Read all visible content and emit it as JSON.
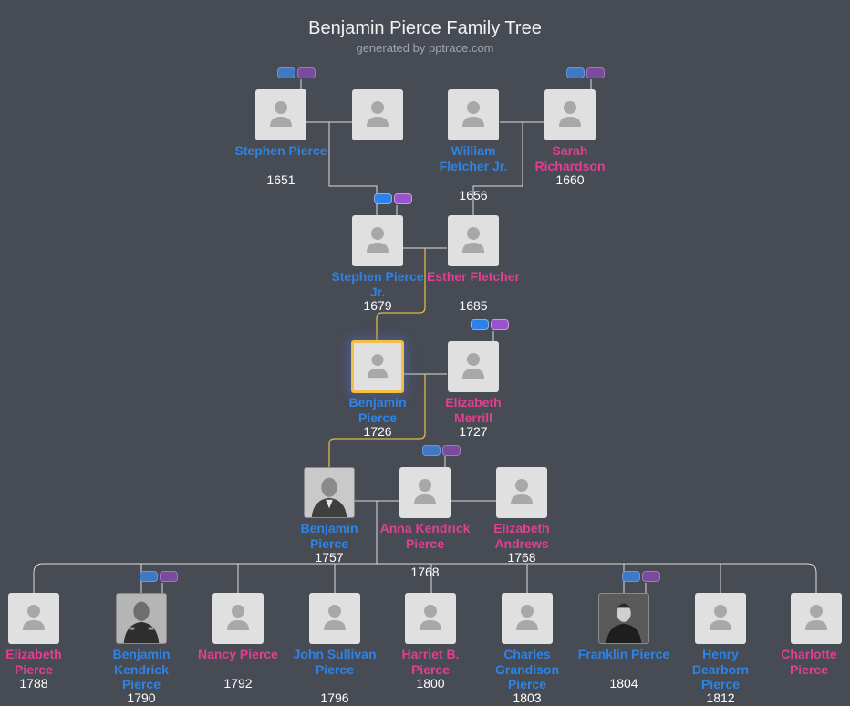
{
  "header": {
    "title": "Benjamin Pierce Family Tree",
    "subtitle": "generated by pptrace.com"
  },
  "colors": {
    "male": "#2f83e4",
    "female": "#e0408f",
    "background": "#474b54",
    "focus_border": "#f3c047",
    "line": "#dcdcdc",
    "ancestor_line": "#e3b64a"
  },
  "icons": {
    "avatar": "person-silhouette-icon"
  },
  "people": [
    {
      "id": "stephen_pierce",
      "name": "Stephen Pierce",
      "year": "1651",
      "sex": "m"
    },
    {
      "id": "unknown_spouse",
      "name": "",
      "year": "",
      "sex": "f"
    },
    {
      "id": "william_fletcher_jr",
      "name": "William Fletcher Jr.",
      "year": "1656",
      "sex": "m"
    },
    {
      "id": "sarah_richardson",
      "name": "Sarah Richardson",
      "year": "1660",
      "sex": "f"
    },
    {
      "id": "stephen_pierce_jr",
      "name": "Stephen Pierce Jr.",
      "year": "1679",
      "sex": "m"
    },
    {
      "id": "esther_fletcher",
      "name": "Esther Fletcher",
      "year": "1685",
      "sex": "f"
    },
    {
      "id": "benjamin_pierce_1726",
      "name": "Benjamin Pierce",
      "year": "1726",
      "sex": "m"
    },
    {
      "id": "elizabeth_merrill",
      "name": "Elizabeth Merrill",
      "year": "1727",
      "sex": "f"
    },
    {
      "id": "benjamin_pierce_1757",
      "name": "Benjamin Pierce",
      "year": "1757",
      "sex": "m"
    },
    {
      "id": "anna_kendrick_pierce",
      "name": "Anna Kendrick Pierce",
      "year": "1768",
      "sex": "f"
    },
    {
      "id": "elizabeth_andrews",
      "name": "Elizabeth Andrews",
      "year": "1768",
      "sex": "f"
    },
    {
      "id": "elizabeth_pierce",
      "name": "Elizabeth Pierce",
      "year": "1788",
      "sex": "f"
    },
    {
      "id": "benjamin_kendrick_pierce",
      "name": "Benjamin Kendrick Pierce",
      "year": "1790",
      "sex": "m"
    },
    {
      "id": "nancy_pierce",
      "name": "Nancy Pierce",
      "year": "1792",
      "sex": "f"
    },
    {
      "id": "john_sullivan_pierce",
      "name": "John Sullivan Pierce",
      "year": "1796",
      "sex": "m"
    },
    {
      "id": "harriet_b_pierce",
      "name": "Harriet B. Pierce",
      "year": "1800",
      "sex": "f"
    },
    {
      "id": "charles_grandison_pierce",
      "name": "Charles Grandison Pierce",
      "year": "1803",
      "sex": "m"
    },
    {
      "id": "franklin_pierce",
      "name": "Franklin Pierce",
      "year": "1804",
      "sex": "m"
    },
    {
      "id": "henry_dearborn_pierce",
      "name": "Henry Dearborn Pierce",
      "year": "1812",
      "sex": "m"
    },
    {
      "id": "charlotte_pierce",
      "name": "Charlotte Pierce",
      "year": "",
      "sex": "f"
    }
  ]
}
